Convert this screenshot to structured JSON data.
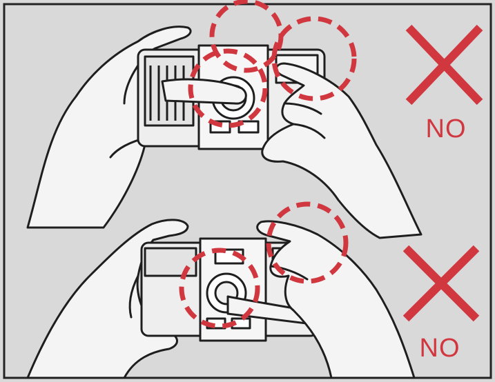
{
  "panels": [
    {
      "id": "top",
      "verdict": "NO",
      "error_circles": 3,
      "accent": "#d0373f"
    },
    {
      "id": "bottom",
      "verdict": "NO",
      "error_circles": 2,
      "accent": "#d0373f"
    }
  ],
  "colors": {
    "background": "#d9d9d9",
    "paper": "#f2f2f2",
    "line_art": "#1e1e1e",
    "warning_red": "#d0373f"
  },
  "icons": [
    "x-mark-icon",
    "dashed-circle-icon",
    "camera-illustration",
    "hand-illustration"
  ]
}
